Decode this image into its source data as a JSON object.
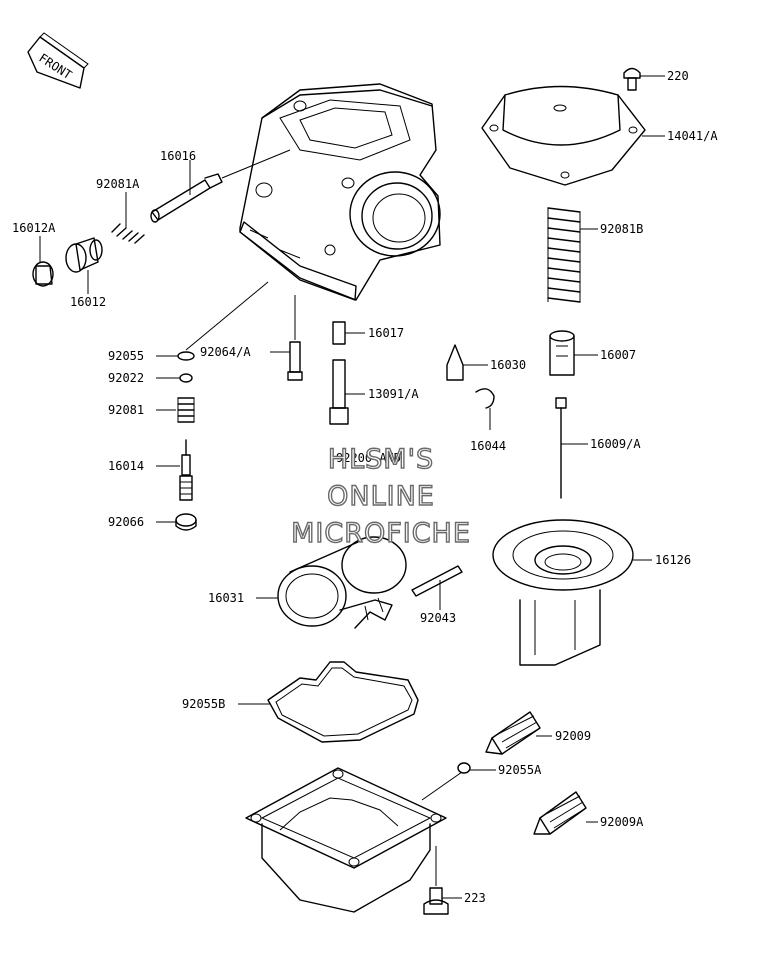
{
  "front_label": "FRONT",
  "watermark": {
    "line1": "HLSM'S",
    "line2": "ONLINE",
    "line3": "MICROFICHE"
  },
  "labels": {
    "l220": "220",
    "l14041a": "14041/A",
    "l16016": "16016",
    "l92081a": "92081A",
    "l16012a": "16012A",
    "l16012": "16012",
    "l92081b": "92081B",
    "l92055": "92055",
    "l92064a": "92064/A",
    "l16017": "16017",
    "l16030": "16030",
    "l16007": "16007",
    "l92022": "92022",
    "l92081": "92081",
    "l13091a": "13091/A",
    "l16044": "16044",
    "l16009a": "16009/A",
    "l16014": "16014",
    "l92066": "92066",
    "l16126": "16126",
    "l16031": "16031",
    "l92043": "92043",
    "l92055b": "92055B",
    "l92009": "92009",
    "l92055a": "92055A",
    "l92009a": "92009A",
    "l223": "223",
    "small_note": "92200 AND"
  }
}
